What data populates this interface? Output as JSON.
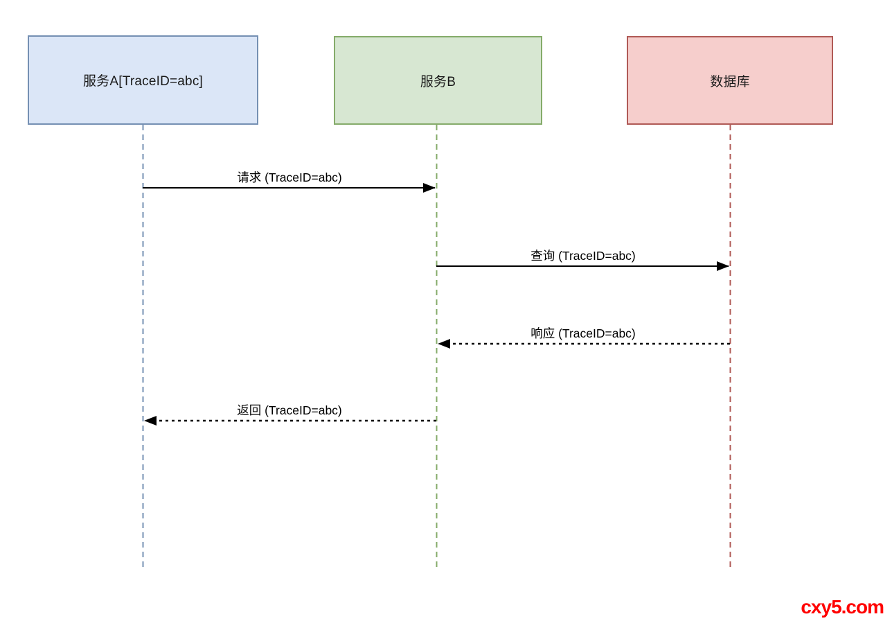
{
  "diagram": {
    "type": "sequence-diagram",
    "participants": [
      {
        "id": "service-a",
        "label": "服务A[TraceID=abc]",
        "fill": "#dbe6f7",
        "border": "#7590b3",
        "lifeline_color": "#7590b3"
      },
      {
        "id": "service-b",
        "label": "服务B",
        "fill": "#d7e7d2",
        "border": "#85ab6a",
        "lifeline_color": "#85ab6a"
      },
      {
        "id": "database",
        "label": "数据库",
        "fill": "#f6cecc",
        "border": "#b05a56",
        "lifeline_color": "#b05a56"
      }
    ],
    "messages": [
      {
        "label": "请求 (TraceID=abc)",
        "from": "service-a",
        "to": "service-b",
        "line_style": "solid",
        "direction": "right"
      },
      {
        "label": "查询 (TraceID=abc)",
        "from": "service-b",
        "to": "database",
        "line_style": "solid",
        "direction": "right"
      },
      {
        "label": "响应 (TraceID=abc)",
        "from": "database",
        "to": "service-b",
        "line_style": "dashed",
        "direction": "left"
      },
      {
        "label": "返回 (TraceID=abc)",
        "from": "service-b",
        "to": "service-a",
        "line_style": "dashed",
        "direction": "left"
      }
    ],
    "arrow_color": "#000000"
  },
  "watermark": {
    "text": "cxy5.com",
    "color": "#ff0000"
  }
}
